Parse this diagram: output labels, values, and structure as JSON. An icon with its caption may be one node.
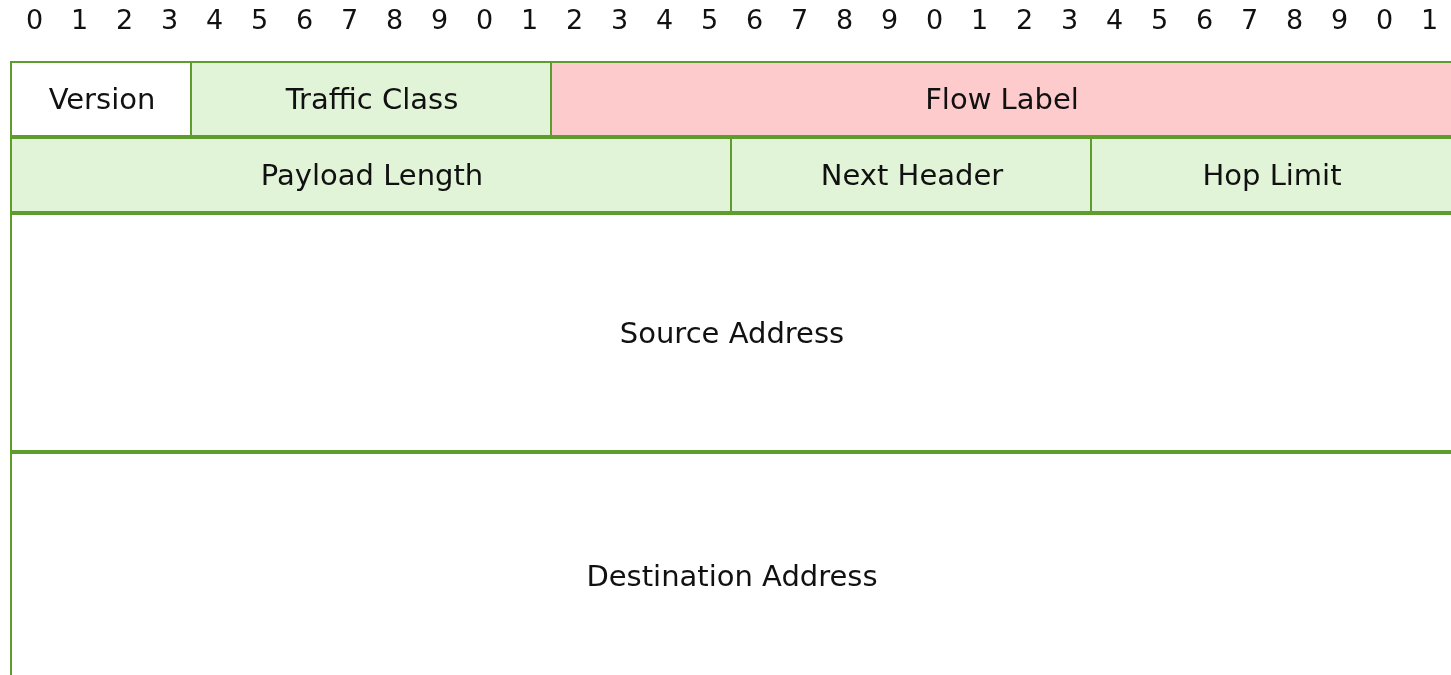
{
  "diagram": {
    "nodes": [
      {
        "text": [
          "Version"
        ]
      },
      {
        "text": [
          "Traffic Class"
        ]
      },
      {
        "text": [
          "Flow Label"
        ]
      },
      {
        "text": [
          "Payload Length"
        ]
      },
      {
        "text": [
          "Next Header"
        ]
      },
      {
        "text": [
          "Hop Limit"
        ]
      },
      {
        "text": [
          "Source Address"
        ]
      },
      {
        "text": [
          "Destination Address"
        ]
      }
    ],
    "edges": [],
    "labels": [
      "0",
      "1",
      "2",
      "3",
      "4",
      "5",
      "6",
      "7",
      "8",
      "9",
      "0",
      "1",
      "2",
      "3",
      "4",
      "5",
      "6",
      "7",
      "8",
      "9",
      "0",
      "1",
      "2",
      "3",
      "4",
      "5",
      "6",
      "7",
      "8",
      "9",
      "0",
      "1"
    ]
  }
}
